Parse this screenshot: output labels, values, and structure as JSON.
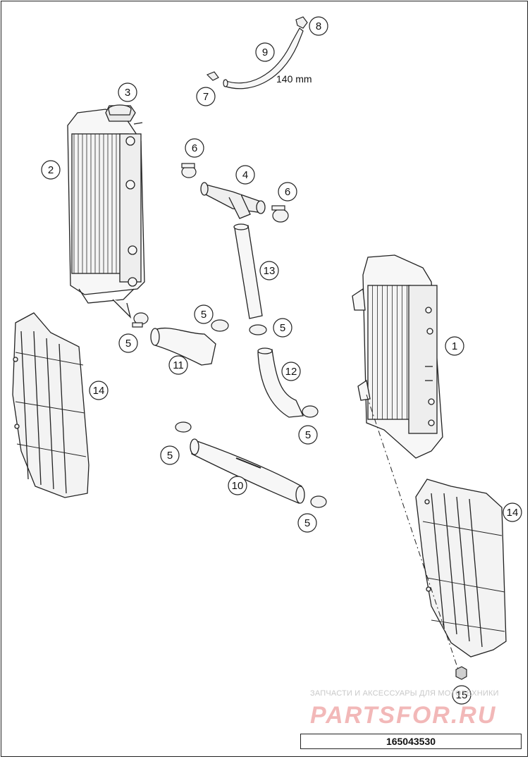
{
  "diagram": {
    "callouts": [
      "1",
      "2",
      "3",
      "4",
      "5",
      "6",
      "7",
      "8",
      "9",
      "10",
      "11",
      "12",
      "13",
      "14",
      "15"
    ],
    "dimension_label": "140 mm",
    "drawing_number": "165043530",
    "watermark": {
      "line": "ЗАПЧАСТИ И АКСЕССУАРЫ ДЛЯ МОТОТЕХНИКИ",
      "brand": "PARTSFOR.RU"
    }
  }
}
